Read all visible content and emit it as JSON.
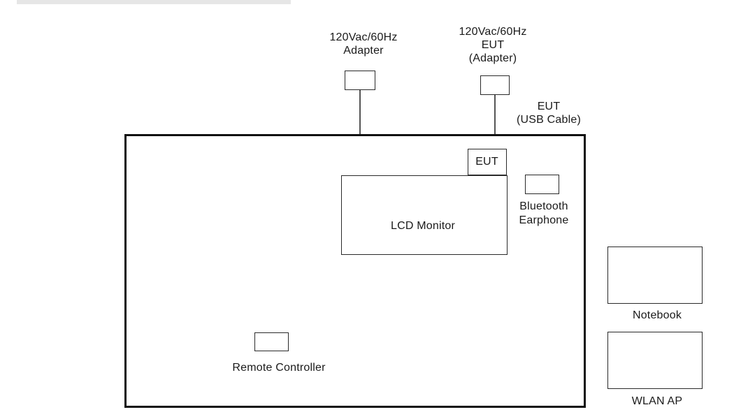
{
  "colors": {
    "frame": "#111111",
    "box_border": "#2a2a2a",
    "wire": "#555555",
    "text": "#1a1a1a"
  },
  "adapter_top": {
    "line1": "120Vac/60Hz",
    "line2": "Adapter"
  },
  "eut_adapter": {
    "line1": "120Vac/60Hz",
    "line2": "EUT",
    "line3": "(Adapter)"
  },
  "eut_usb_cable": {
    "line1": "EUT",
    "line2": "(USB Cable)"
  },
  "eut_box": {
    "label": "EUT"
  },
  "lcd_monitor": {
    "label": "LCD Monitor"
  },
  "bluetooth_earphone": {
    "line1": "Bluetooth",
    "line2": "Earphone"
  },
  "remote_controller": {
    "label": "Remote Controller"
  },
  "notebook": {
    "label": "Notebook"
  },
  "wlan_ap": {
    "label": "WLAN AP"
  }
}
